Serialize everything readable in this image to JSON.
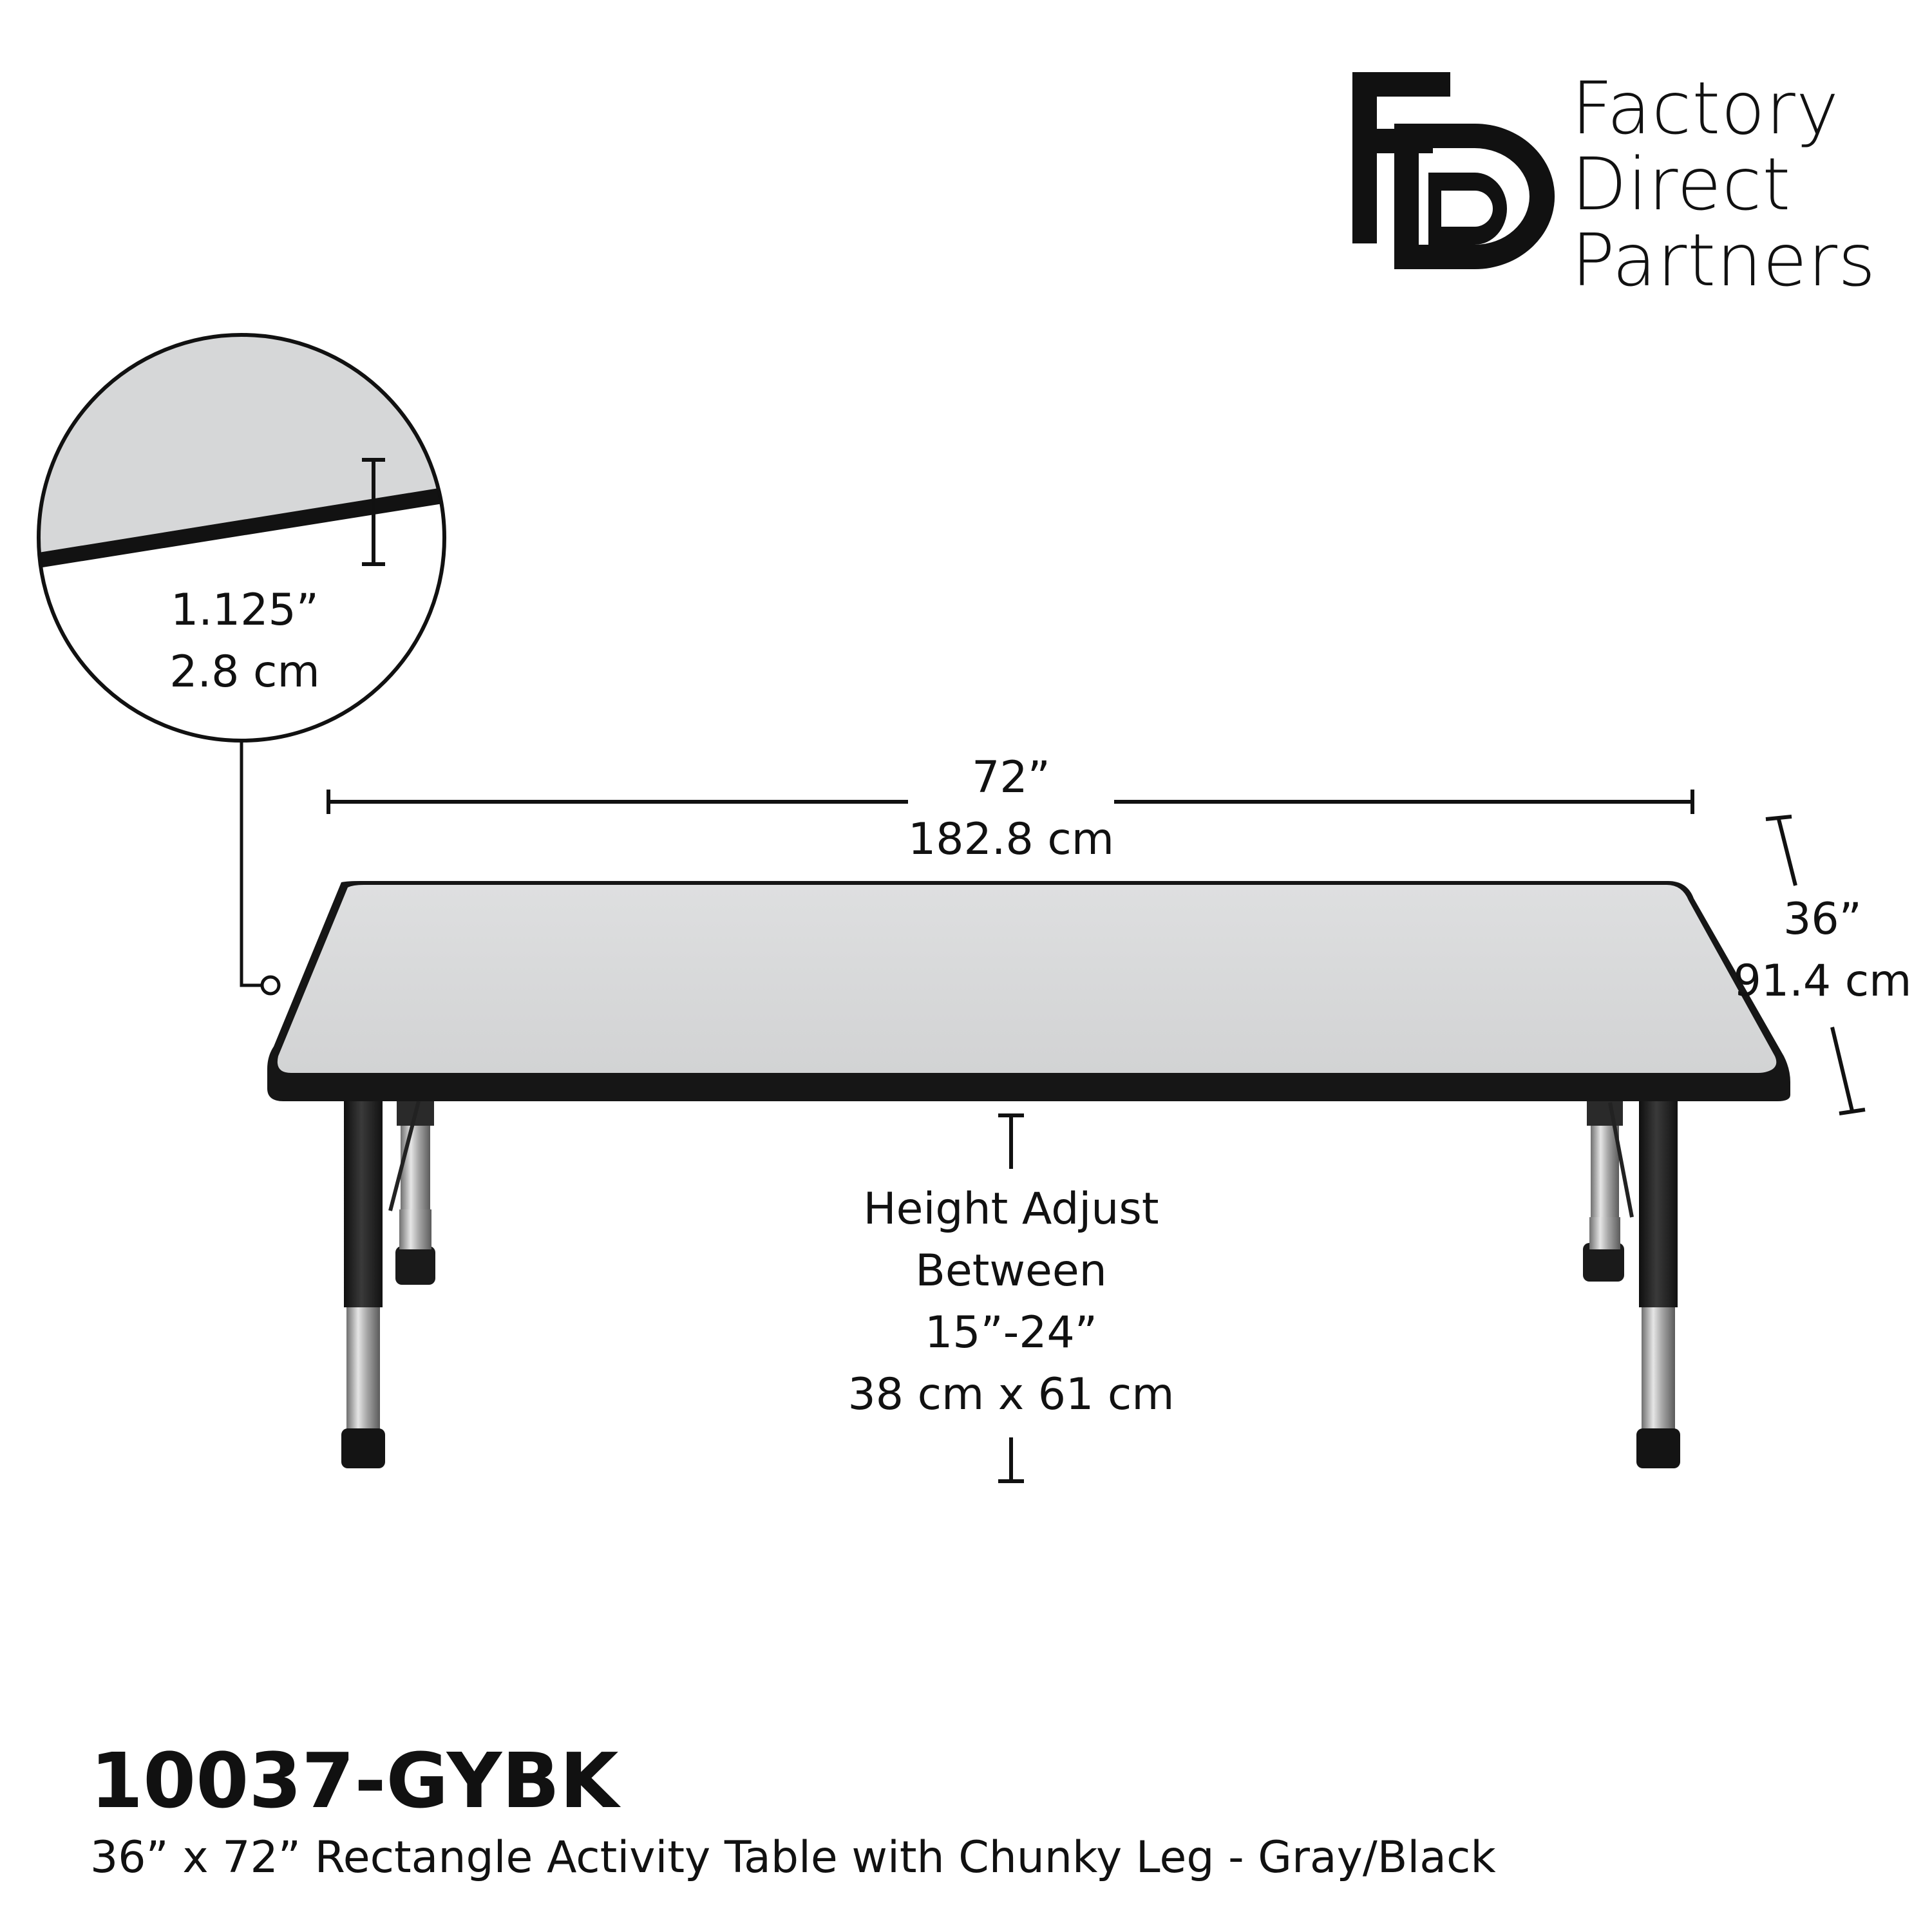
{
  "brand": {
    "logo_monogram": "FD",
    "name_lines": [
      "Factory",
      "Direct",
      "Partners"
    ]
  },
  "zoom_detail": {
    "thickness_in": "1.125”",
    "thickness_cm": "2.8 cm"
  },
  "dimensions": {
    "width_in": "72”",
    "width_cm": "182.8 cm",
    "depth_in": "36”",
    "depth_cm": "91.4 cm",
    "height_lines": [
      "Height Adjust",
      "Between",
      "15”-24”",
      "38 cm x 61 cm"
    ]
  },
  "product": {
    "code": "10037-GYBK",
    "description": "36” x 72” Rectangle Activity Table with Chunky Leg - Gray/Black"
  },
  "colors": {
    "top_surface": "#d8d9da",
    "edge_band": "#161616",
    "legs": "#1e1e1e",
    "chrome": "#b8b8b8",
    "ink": "#111111"
  }
}
